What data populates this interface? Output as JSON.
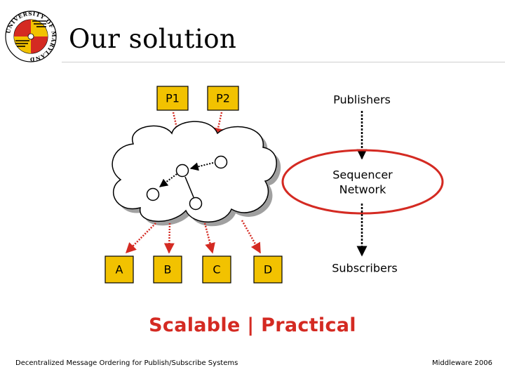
{
  "slide": {
    "title": "Our solution",
    "tagline": "Scalable | Practical",
    "footer_left": "Decentralized Message Ordering for Publish/Subscribe Systems",
    "footer_right": "Middleware 2006"
  },
  "logo": {
    "text": "UNIVERSITY OF MARYLAND",
    "colors": {
      "red": "#d42a22",
      "yellow": "#f2c200",
      "black": "#000000",
      "white": "#ffffff"
    }
  },
  "publishers": [
    "P1",
    "P2"
  ],
  "subscribers": [
    "A",
    "B",
    "C",
    "D"
  ],
  "legend": {
    "publishers_label": "Publishers",
    "sequencer_label_line1": "Sequencer",
    "sequencer_label_line2": "Network",
    "subscribers_label": "Subscribers"
  },
  "colors": {
    "node_fill": "#f2c200",
    "accent_red": "#d42a22",
    "cloud_fill": "#ffffff",
    "cloud_shadow": "#a0a0a0"
  }
}
